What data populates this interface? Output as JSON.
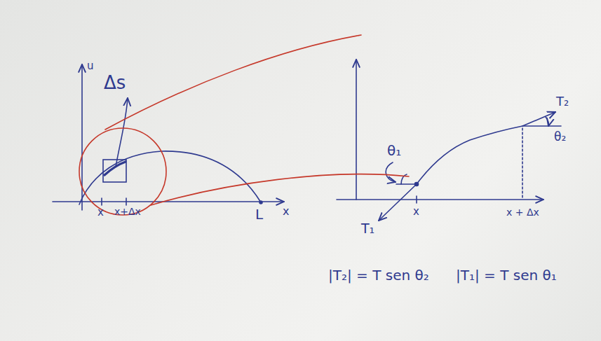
{
  "diagram": {
    "labels": [
      "u",
      "Δs",
      "x",
      "x+Δx",
      "L",
      "x",
      "θ₁",
      "T₁",
      "x",
      "x + Δx",
      "T₂",
      "θ₂",
      "|T₂| = T sen θ₂",
      "|T₁| = T sen θ₁"
    ]
  }
}
